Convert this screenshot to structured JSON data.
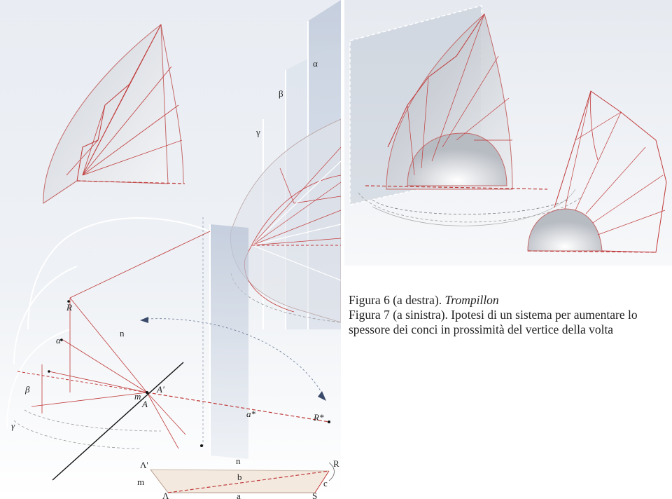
{
  "figure_left": {
    "labels": {
      "alpha": "α",
      "beta": "β",
      "gamma": "γ",
      "alpha_small": "α",
      "beta_small": "β",
      "gamma_small": "γ",
      "R": "R",
      "n": "n",
      "A_prime": "A'",
      "m": "m",
      "A": "A",
      "a_star": "a*",
      "R_star": "R*"
    },
    "diagram": {
      "Lambda_prime": "Λ'",
      "n": "n",
      "R": "R",
      "m": "m",
      "b": "b",
      "c": "c",
      "Lambda": "Λ",
      "a": "a",
      "S": "S"
    }
  },
  "caption": {
    "fig6_prefix": "Figura 6 (a destra). ",
    "fig6_title": "Trompillon",
    "fig7": "Figura 7 (a sinistra). Ipotesi di un sistema per aumentare lo spessore dei conci in prossimità del vertice della volta"
  }
}
